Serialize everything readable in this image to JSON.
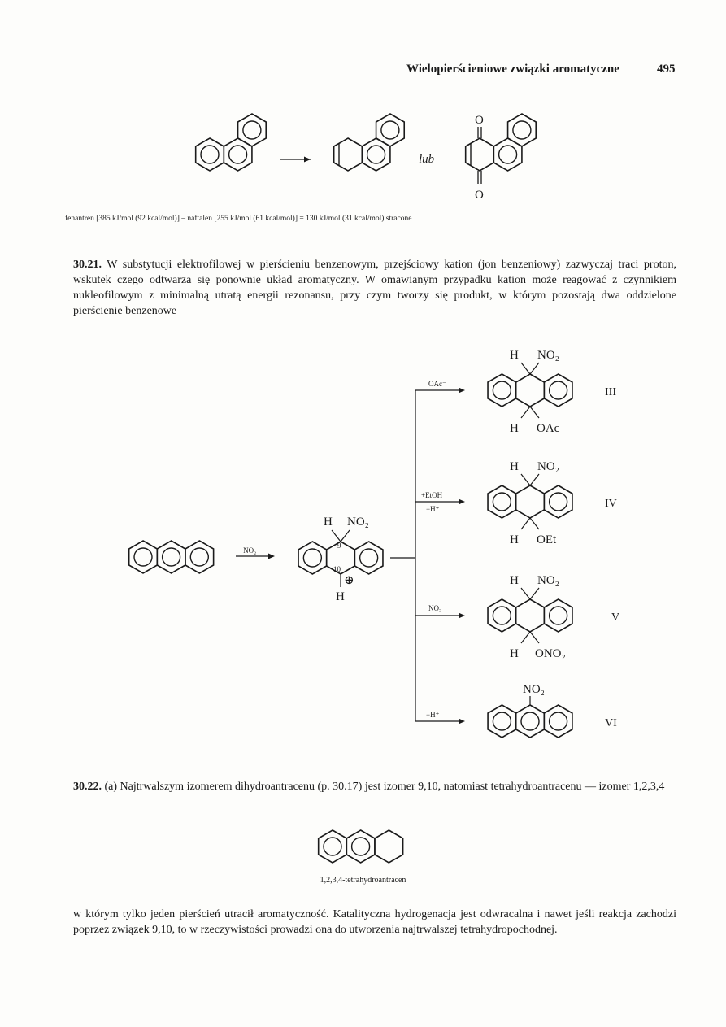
{
  "header": {
    "title": "Wielopierścieniowe związki aromatyczne",
    "page": "495"
  },
  "scheme1": {
    "lub": "lub",
    "oxygen_top": "O",
    "oxygen_bottom": "O"
  },
  "caption1": "fenantren [385 kJ/mol (92 kcal/mol)] – naftalen [255 kJ/mol (61 kcal/mol)] = 130 kJ/mol (31 kcal/mol) stracone",
  "section_30_21": {
    "number": "30.21.",
    "text": "W substytucji elektrofilowej w pierścieniu benzenowym, przejściowy kation (jon benzeniowy) zazwyczaj traci proton, wskutek czego odtwarza się ponownie układ aromatyczny. W omawianym przypadku kation może reagować z czynnikiem nukleofilowym z minimalną utratą energii rezonansu, przy czym tworzy się produkt, w którym pozostają dwa oddzielone pierścienie benzenowe"
  },
  "scheme2": {
    "reagent": "+NO₂",
    "cation_h_top": "H",
    "cation_no2": "NO₂",
    "pos9": "9",
    "pos10": "10",
    "charge": "⊕",
    "cation_h_bottom": "H",
    "branches": [
      {
        "reagent": "OAc⁻",
        "reagent2": "",
        "top_h": "H",
        "top_group": "NO₂",
        "bottom_h": "H",
        "bottom_group": "OAc",
        "roman": "III"
      },
      {
        "reagent": "+EtOH",
        "reagent2": "−H⁺",
        "top_h": "H",
        "top_group": "NO₂",
        "bottom_h": "H",
        "bottom_group": "OEt",
        "roman": "IV"
      },
      {
        "reagent": "NO₃⁻",
        "reagent2": "",
        "top_h": "H",
        "top_group": "NO₂",
        "bottom_h": "H",
        "bottom_group": "ONO₂",
        "roman": "V"
      },
      {
        "reagent": "−H⁺",
        "reagent2": "",
        "top_h": "",
        "top_group": "NO₂",
        "bottom_h": "",
        "bottom_group": "",
        "roman": "VI"
      }
    ]
  },
  "section_30_22": {
    "number": "30.22.",
    "text": "(a) Najtrwalszym izomerem dihydroantracenu (p. 30.17) jest izomer 9,10, natomiast tetrahydroantracenu — izomer 1,2,3,4"
  },
  "caption_tetra": "1,2,3,4-tetrahydroantracen",
  "closing_paragraph": "w którym tylko jeden pierścień utracił aromatyczność. Katalityczna hydrogenacja jest odwracalna i nawet jeśli reakcja zachodzi poprzez związek 9,10, to w rzeczywistości prowadzi ona do utworzenia najtrwalszej tetrahydropochodnej."
}
